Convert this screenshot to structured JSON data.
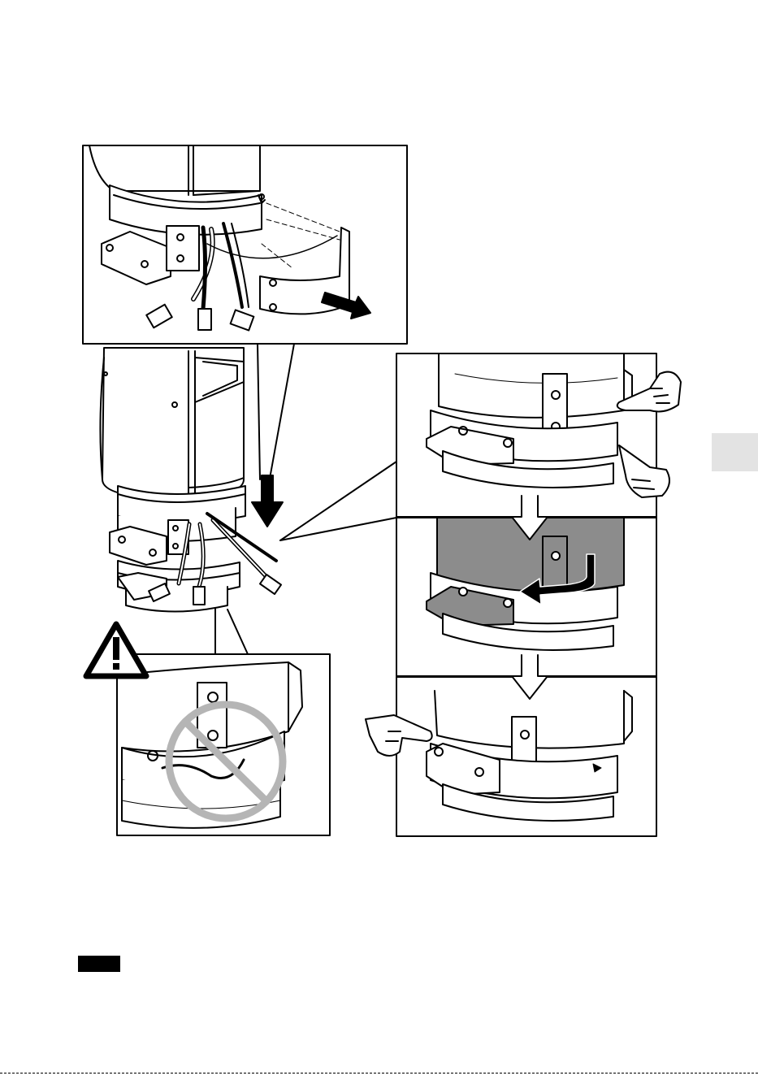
{
  "colors": {
    "line": "#000000",
    "paper": "#ffffff",
    "shaded_body": "#8c8c8c",
    "prohibit_ring": "#b5b5b5",
    "side_tab": "#e3e3e3"
  },
  "icons": {
    "warning": "warning-triangle-icon",
    "prohibited": "prohibited-icon",
    "pointing_hand": "pointing-hand-icon",
    "down_arrow": "down-arrow-icon",
    "rotate_arrow": "rotate-arrow-icon",
    "pull_arrow": "pull-out-arrow-icon"
  },
  "panels": [
    {
      "id": "remove-cover",
      "content": "cables-exposed-cover-removed"
    },
    {
      "id": "align-marks",
      "content": "alignment-marks"
    },
    {
      "id": "rotate-base",
      "content": "rotate-to-lock"
    },
    {
      "id": "locked",
      "content": "aligned-and-locked"
    },
    {
      "id": "cable-pinch",
      "content": "do-not-pinch-cable"
    }
  ]
}
